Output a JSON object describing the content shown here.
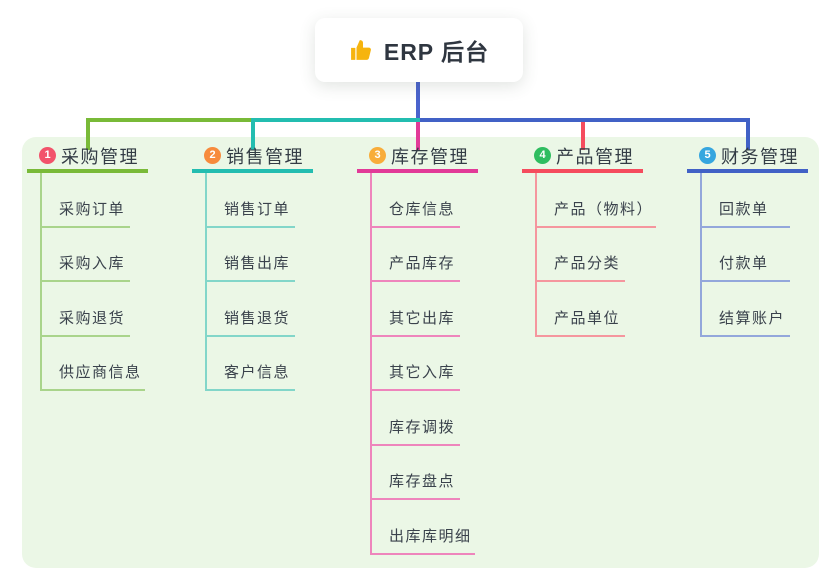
{
  "root": {
    "title": "ERP 后台",
    "icon": "thumbs-up-icon"
  },
  "canvas": {
    "background": "#ebf7e6"
  },
  "connector": {
    "root_drop_color": "#4a63cd"
  },
  "branches": [
    {
      "badge": "1",
      "label": "采购管理",
      "badge_color": "#f2536b",
      "line_color": "#79ba38",
      "child_line_color": "#a9d48b",
      "children": [
        "采购订单",
        "采购入库",
        "采购退货",
        "供应商信息"
      ]
    },
    {
      "badge": "2",
      "label": "销售管理",
      "badge_color": "#f78b3d",
      "line_color": "#23bdb0",
      "child_line_color": "#82d6c9",
      "children": [
        "销售订单",
        "销售出库",
        "销售退货",
        "客户信息"
      ]
    },
    {
      "badge": "3",
      "label": "库存管理",
      "badge_color": "#f8ad3a",
      "line_color": "#e23a98",
      "child_line_color": "#ee85bc",
      "children": [
        "仓库信息",
        "产品库存",
        "其它出库",
        "其它入库",
        "库存调拨",
        "库存盘点",
        "出库库明细"
      ]
    },
    {
      "badge": "4",
      "label": "产品管理",
      "badge_color": "#2fbd60",
      "line_color": "#f54c5e",
      "child_line_color": "#f5969e",
      "children": [
        "产品（物料）",
        "产品分类",
        "产品单位"
      ]
    },
    {
      "badge": "5",
      "label": "财务管理",
      "badge_color": "#36a6df",
      "line_color": "#4161c6",
      "child_line_color": "#93a7db",
      "children": [
        "回款单",
        "付款单",
        "结算账户"
      ]
    }
  ]
}
